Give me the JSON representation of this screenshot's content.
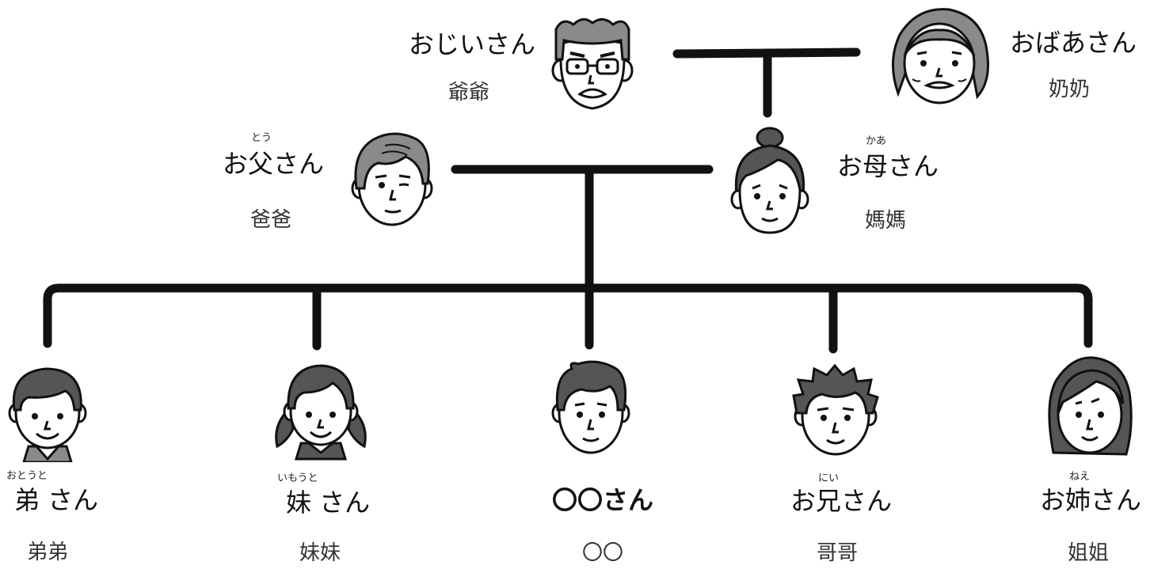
{
  "colors": {
    "line": "#111111",
    "face_skin": "#ffffff",
    "hair_dark": "#555555",
    "hair_gray": "#8a8a8a",
    "background": "#ffffff"
  },
  "grandfather": {
    "name": "おじいさん",
    "chinese": "爺爺",
    "icon": "grandfather-face-icon"
  },
  "grandmother": {
    "name": "おばあさん",
    "chinese": "奶奶",
    "icon": "grandmother-face-icon"
  },
  "father": {
    "name": "お父さん",
    "ruby": "とう",
    "chinese": "爸爸",
    "icon": "father-face-icon"
  },
  "mother": {
    "name": "お母さん",
    "ruby": "かあ",
    "chinese": "媽媽",
    "icon": "mother-face-icon"
  },
  "children": [
    {
      "name": "弟 さん",
      "ruby": "おとうと",
      "chinese": "弟弟",
      "icon": "younger-brother-face-icon"
    },
    {
      "name": "妹 さん",
      "ruby": "いもうと",
      "chinese": "妹妹",
      "icon": "younger-sister-face-icon"
    },
    {
      "name": "〇〇さん",
      "ruby": "",
      "chinese": "〇〇",
      "icon": "self-face-icon"
    },
    {
      "name": "お兄さん",
      "ruby": "にい",
      "chinese": "哥哥",
      "icon": "older-brother-face-icon"
    },
    {
      "name": "お姉さん",
      "ruby": "ねえ",
      "chinese": "姐姐",
      "icon": "older-sister-face-icon"
    }
  ]
}
